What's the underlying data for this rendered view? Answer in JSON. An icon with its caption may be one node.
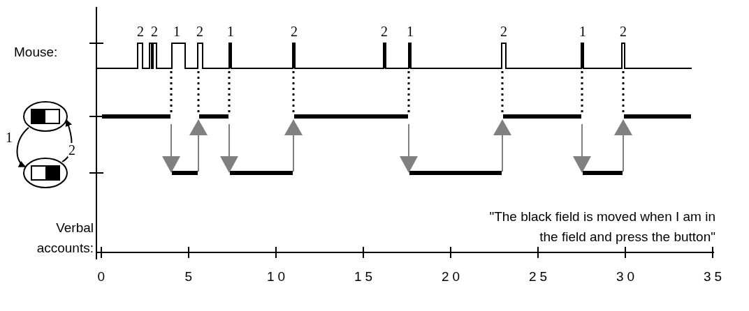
{
  "diagram": {
    "nodes": [
      {
        "text": [],
        "shape": "circle"
      },
      {
        "text": [],
        "shape": "circle"
      }
    ],
    "edges": [
      {
        "from": 0,
        "to": 1,
        "arrow": "to",
        "label": "1"
      },
      {
        "from": 1,
        "to": 0,
        "arrow": "to",
        "label": "2"
      }
    ],
    "labels": [
      "2",
      "2",
      "1",
      "2",
      "1",
      "2",
      "2",
      "1",
      "2",
      "1",
      "2",
      "Mouse:",
      "Verbal accounts:",
      "\"The black field is moved when I am in the field and press the button\"",
      "0",
      "5",
      "10",
      "15",
      "20",
      "25",
      "30",
      "35"
    ]
  }
}
